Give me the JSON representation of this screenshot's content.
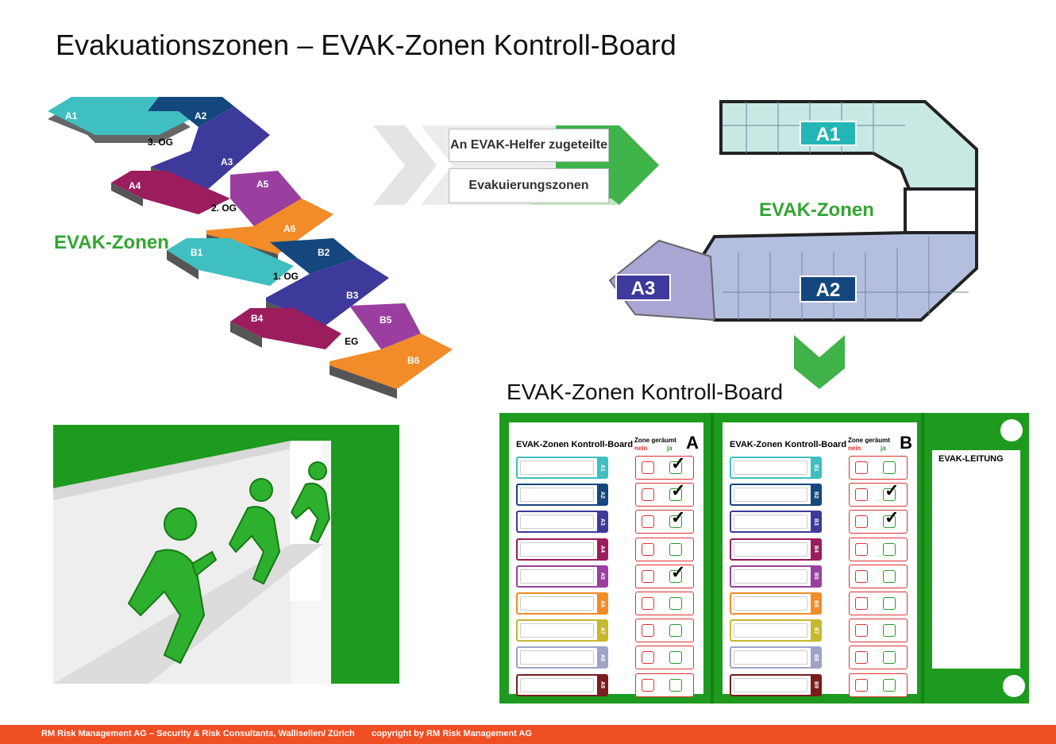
{
  "title": "Evakuationszonen – EVAK-Zonen Kontroll-Board",
  "stack": {
    "label": "EVAK-Zonen",
    "floors": [
      "3. OG",
      "2. OG",
      "1. OG",
      "EG"
    ],
    "zones": [
      "A1",
      "A2",
      "A3",
      "A4",
      "A5",
      "A6",
      "B1",
      "B2",
      "B3",
      "B4",
      "B5",
      "B6"
    ]
  },
  "arrow": {
    "line1": "An EVAK-Helfer zugeteilte",
    "line2": "Evakuierungszonen"
  },
  "plan": {
    "label": "EVAK-Zonen",
    "zones": [
      "A1",
      "A2",
      "A3"
    ]
  },
  "board": {
    "heading": "EVAK-Zonen Kontroll-Board",
    "sheet_title": "EVAK-Zonen Kontroll-Board",
    "zone_cleared": "Zone geräumt",
    "nein": "nein",
    "ja": "ja",
    "leitung": "EVAK-LEITUNG",
    "sheets": [
      {
        "letter": "A",
        "rows": [
          "A1",
          "A2",
          "A3",
          "A4",
          "A5",
          "A6",
          "A7",
          "A8",
          "A9"
        ],
        "checked": [
          true,
          true,
          true,
          false,
          true,
          false,
          false,
          false,
          false
        ]
      },
      {
        "letter": "B",
        "rows": [
          "B1",
          "B2",
          "B3",
          "B4",
          "B5",
          "B6",
          "B7",
          "B8",
          "B9"
        ],
        "checked": [
          false,
          true,
          true,
          false,
          false,
          false,
          false,
          false,
          false
        ]
      }
    ]
  },
  "colors": {
    "zone_colors": [
      "#3fbfbf",
      "#14477d",
      "#3e3a9c",
      "#9c1d5d",
      "#9a3fa0",
      "#f28c28",
      "#c7b82e",
      "#9ea3c8",
      "#7a1c1c"
    ],
    "green": "#33a532",
    "footer": "#f04e23"
  },
  "footer": {
    "left": "RM Risk Management AG – Security & Risk Consultants, Wallisellen/ Zürich",
    "right": "copyright by RM Risk Management AG"
  }
}
